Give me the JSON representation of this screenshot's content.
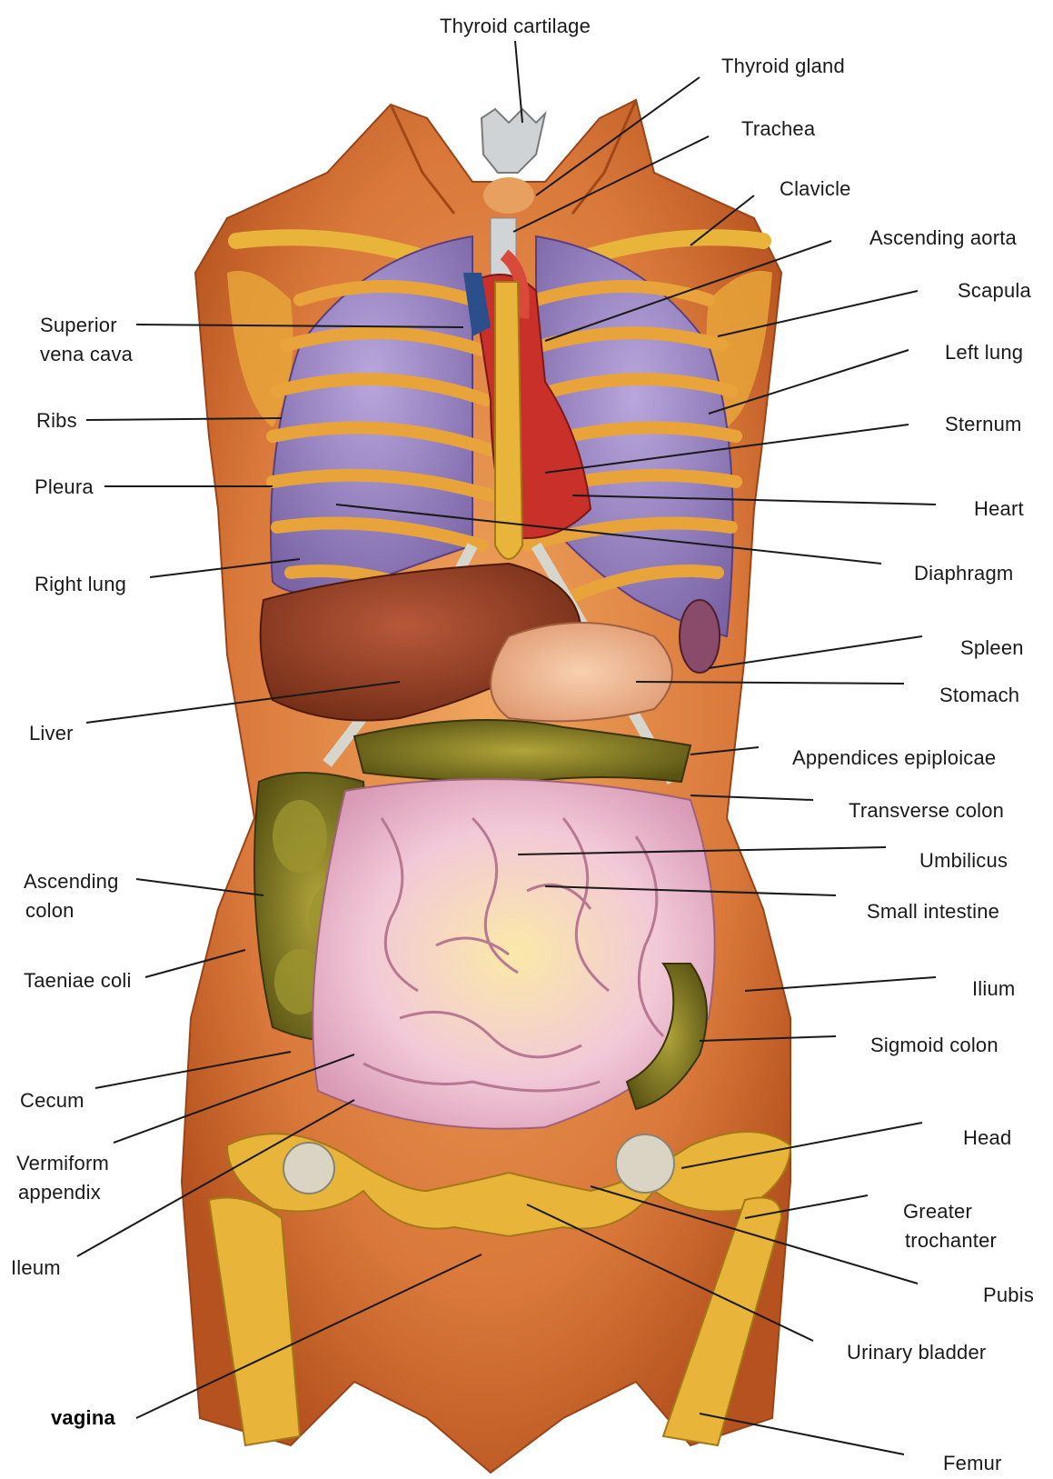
{
  "labels": {
    "thyroid_cartilage": "Thyroid cartilage",
    "thyroid_gland": "Thyroid gland",
    "trachea": "Trachea",
    "clavicle": "Clavicle",
    "ascending_aorta": "Ascending aorta",
    "scapula": "Scapula",
    "superior_vena_cava_1": "Superior",
    "superior_vena_cava_2": "vena cava",
    "left_lung": "Left lung",
    "ribs": "Ribs",
    "sternum": "Sternum",
    "pleura": "Pleura",
    "heart": "Heart",
    "right_lung": "Right lung",
    "diaphragm": "Diaphragm",
    "spleen": "Spleen",
    "stomach": "Stomach",
    "liver": "Liver",
    "appendices_epiploicae": "Appendices epiploicae",
    "transverse_colon": "Transverse colon",
    "umbilicus": "Umbilicus",
    "ascending_colon_1": "Ascending",
    "ascending_colon_2": "colon",
    "small_intestine": "Small intestine",
    "taeniae_coli": "Taeniae coli",
    "ilium": "Ilium",
    "sigmoid_colon": "Sigmoid colon",
    "cecum": "Cecum",
    "head": "Head",
    "vermiform_appendix_1": "Vermiform",
    "vermiform_appendix_2": "appendix",
    "greater_trochanter_1": "Greater",
    "greater_trochanter_2": "trochanter",
    "ileum": "Ileum",
    "pubis": "Pubis",
    "urinary_bladder": "Urinary bladder",
    "vagina": "vagina",
    "femur": "Femur"
  },
  "colors": {
    "muscle": "#d9783a",
    "muscle_dark": "#b5521f",
    "bone": "#e8b43a",
    "lung": "#8f7ab8",
    "liver": "#8a3a1e",
    "colon": "#6f6a1e",
    "intestine": "#efc2d6",
    "heart": "#c9302a",
    "vein": "#2a4f8a",
    "cartilage": "#cfd3d6",
    "line": "#1a1a1a"
  }
}
